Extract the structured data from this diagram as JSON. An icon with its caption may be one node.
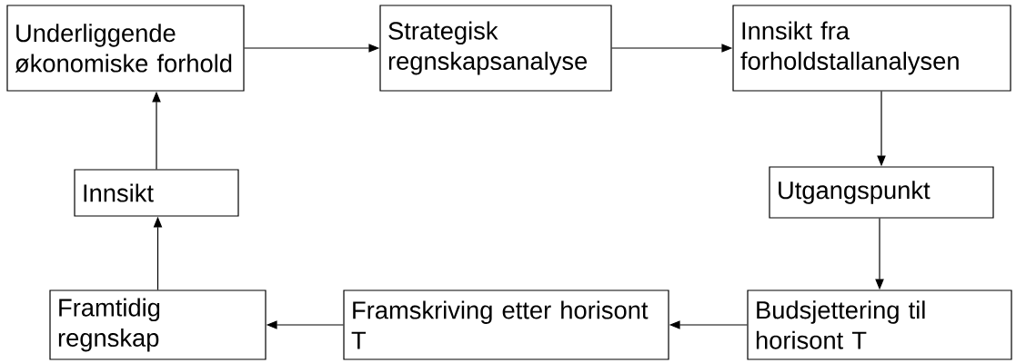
{
  "diagram": {
    "nodes": [
      {
        "text": [
          "Underliggende økonomiske forhold"
        ]
      },
      {
        "text": [
          "Strategisk regnskapsanalyse"
        ]
      },
      {
        "text": [
          "Innsikt fra forholdstallanalysen"
        ]
      },
      {
        "text": [
          "Innsikt"
        ]
      },
      {
        "text": [
          "Utgangspunkt"
        ]
      },
      {
        "text": [
          "Framtidig regnskap"
        ]
      },
      {
        "text": [
          "Framskriving etter horisont T"
        ]
      },
      {
        "text": [
          "Budsjettering til horisont T"
        ]
      }
    ],
    "edges": [
      {
        "from": 0,
        "to": 1,
        "arrow": "to"
      },
      {
        "from": 1,
        "to": 2,
        "arrow": "to"
      },
      {
        "from": 2,
        "to": 4,
        "arrow": "to"
      },
      {
        "from": 4,
        "to": 7,
        "arrow": "to"
      },
      {
        "from": 7,
        "to": 6,
        "arrow": "to"
      },
      {
        "from": 6,
        "to": 5,
        "arrow": "to"
      },
      {
        "from": 5,
        "to": 3,
        "arrow": "to"
      },
      {
        "from": 3,
        "to": 0,
        "arrow": "to"
      }
    ]
  }
}
